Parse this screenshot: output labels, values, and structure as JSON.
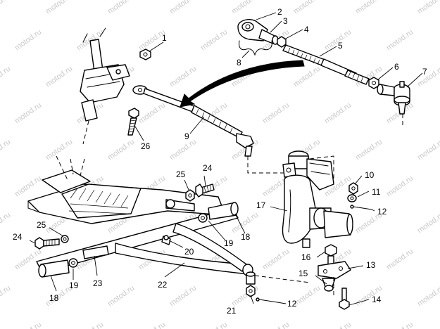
{
  "watermark": "motod.ru",
  "callouts": {
    "c1": "1",
    "c2": "2",
    "c3": "3",
    "c4": "4",
    "c5": "5",
    "c6": "6",
    "c7": "7",
    "c8": "8",
    "c9": "9",
    "c10": "10",
    "c11": "11",
    "c12a": "12",
    "c12b": "12",
    "c13": "13",
    "c14": "14",
    "c15": "15",
    "c16": "16",
    "c17": "17",
    "c18a": "18",
    "c18b": "18",
    "c19a": "19",
    "c19b": "19",
    "c20": "20",
    "c21": "21",
    "c22": "22",
    "c23": "23",
    "c24a": "24",
    "c24b": "24",
    "c25a": "25",
    "c25b": "25",
    "c26": "26"
  },
  "colors": {
    "line": "#000000",
    "paper": "#ffffff",
    "watermark": "#c9c9c9"
  }
}
